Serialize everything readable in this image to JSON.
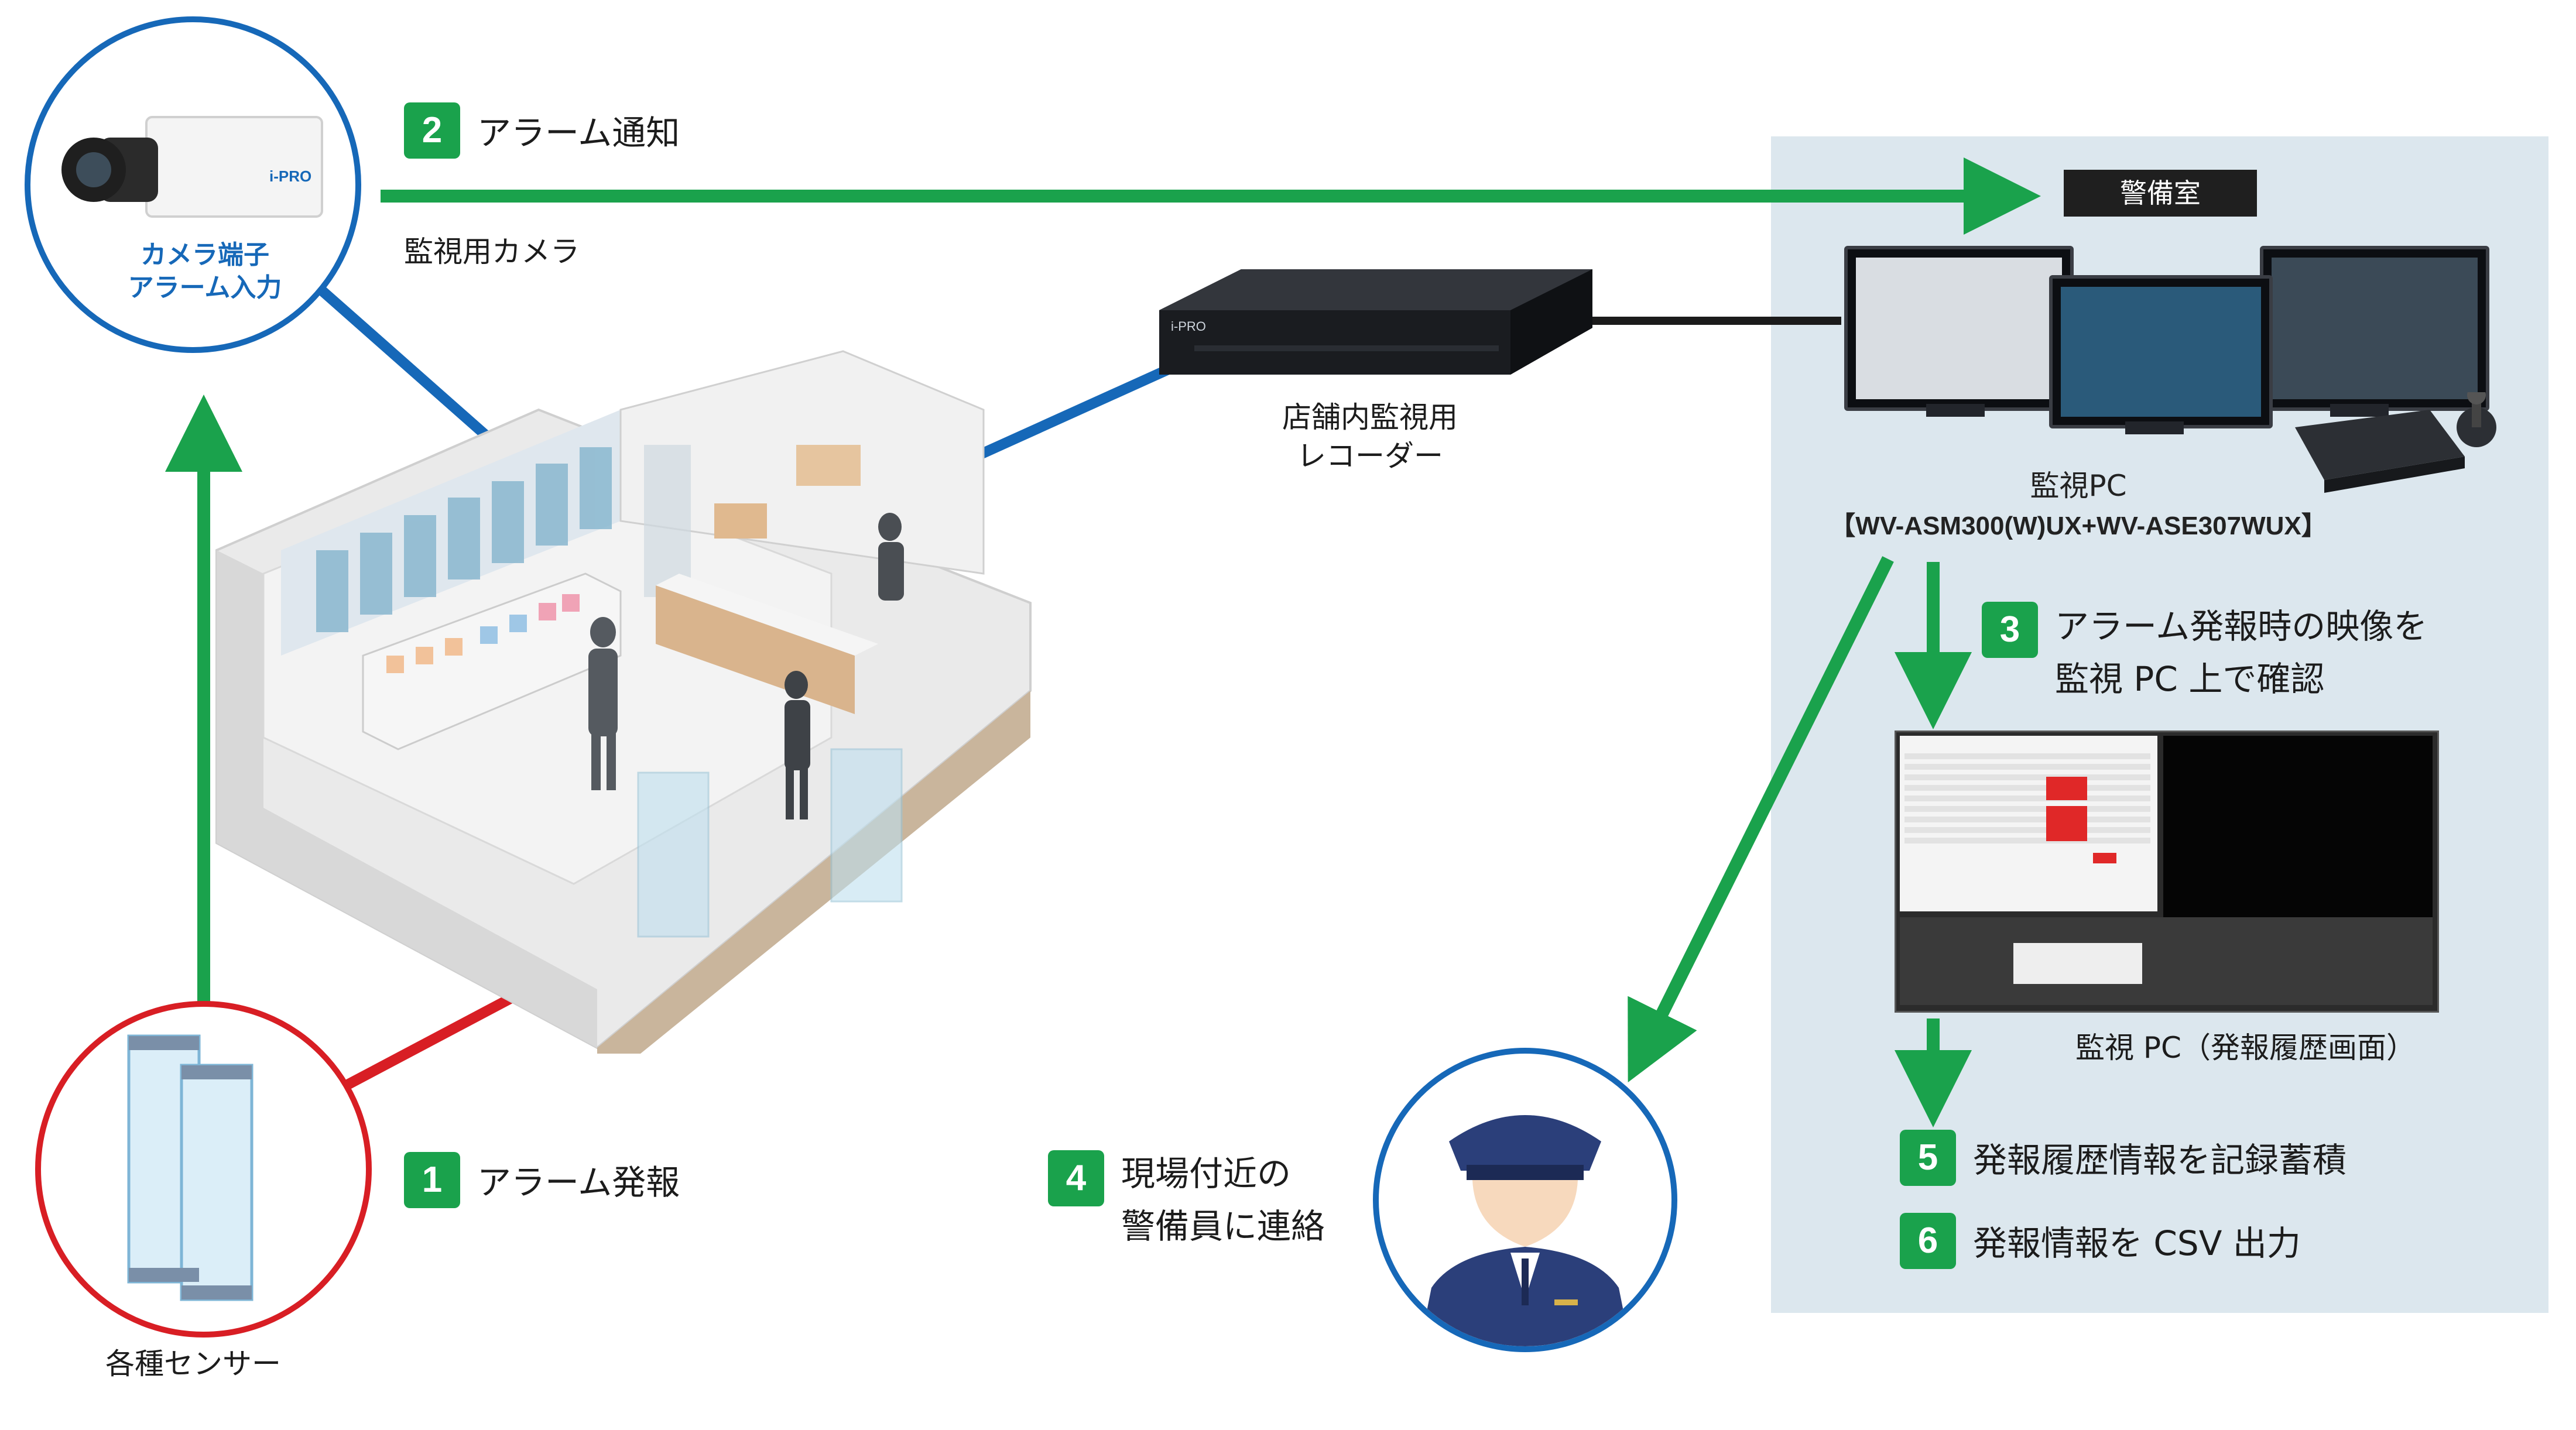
{
  "diagram": {
    "room_label": "警備室",
    "steps": [
      {
        "number": "1",
        "text": "アラーム発報"
      },
      {
        "number": "2",
        "text": "アラーム通知"
      },
      {
        "number": "3",
        "text_line1": "アラーム発報時の映像を",
        "text_line2": "監視 PC 上で確認"
      },
      {
        "number": "4",
        "text_line1": "現場付近の",
        "text_line2": "警備員に連絡"
      },
      {
        "number": "5",
        "text": "発報履歴情報を記録蓄積"
      },
      {
        "number": "6",
        "text": "発報情報を CSV 出力"
      }
    ],
    "camera": {
      "label": "監視用カメラ",
      "terminal_line1": "カメラ端子",
      "terminal_line2": "アラーム入力",
      "brand": "i-PRO"
    },
    "recorder": {
      "label_line1": "店舗内監視用",
      "label_line2": "レコーダー",
      "brand": "i-PRO"
    },
    "monitoring_pc": {
      "label": "監視PC",
      "model": "【WV-ASM300(W)UX+WV-ASE307WUX】"
    },
    "pc_screen_caption": "監視 PC（発報履歴画面）",
    "sensors_label": "各種センサー",
    "colors": {
      "green": "#1aa24c",
      "blue": "#1668b8",
      "red": "#d81e24",
      "room": "#dce7ee"
    }
  }
}
